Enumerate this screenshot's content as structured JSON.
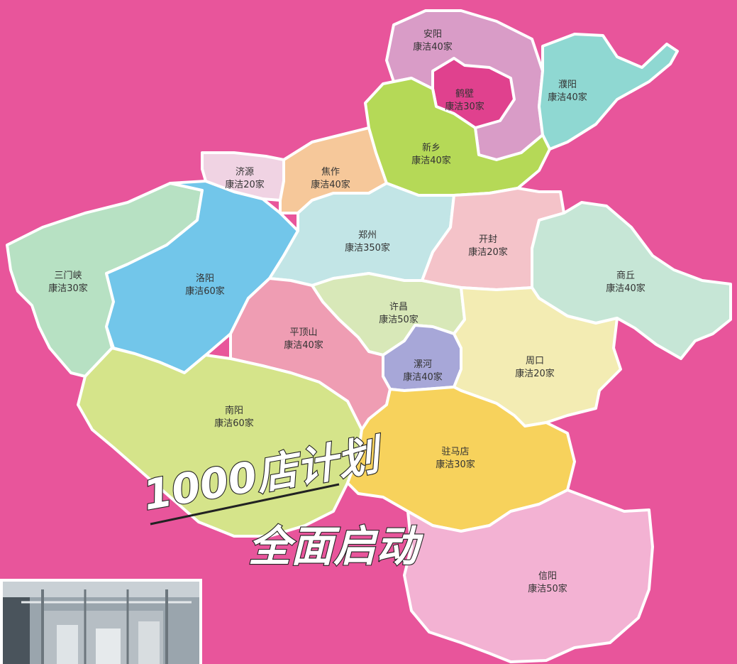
{
  "background_color": "#e8559b",
  "slogan": {
    "line1": "1000店计划",
    "line2": "全面启动"
  },
  "regions": [
    {
      "id": "anyang",
      "name": "安阳",
      "stores": "康洁40家",
      "color": "#d99cc7"
    },
    {
      "id": "hebi",
      "name": "鹤壁",
      "stores": "康洁30家",
      "color": "#e0418e"
    },
    {
      "id": "puyang",
      "name": "濮阳",
      "stores": "康洁40家",
      "color": "#8fd8d2"
    },
    {
      "id": "xinxiang",
      "name": "新乡",
      "stores": "康洁40家",
      "color": "#b5d957"
    },
    {
      "id": "jiyuan",
      "name": "济源",
      "stores": "康洁20家",
      "color": "#f0d3e3"
    },
    {
      "id": "jiaozuo",
      "name": "焦作",
      "stores": "康洁40家",
      "color": "#f6c89a"
    },
    {
      "id": "zhengzhou",
      "name": "郑州",
      "stores": "康洁350家",
      "color": "#c2e5e6"
    },
    {
      "id": "kaifeng",
      "name": "开封",
      "stores": "康洁20家",
      "color": "#f4c3c9"
    },
    {
      "id": "shangqiu",
      "name": "商丘",
      "stores": "康洁40家",
      "color": "#c6e6d6"
    },
    {
      "id": "sanmenxia",
      "name": "三门峡",
      "stores": "康洁30家",
      "color": "#b7e1c3"
    },
    {
      "id": "luoyang",
      "name": "洛阳",
      "stores": "康洁60家",
      "color": "#72c6ea"
    },
    {
      "id": "pingdingshan",
      "name": "平顶山",
      "stores": "康洁40家",
      "color": "#ef9db3"
    },
    {
      "id": "xuchang",
      "name": "许昌",
      "stores": "康洁50家",
      "color": "#d8e8b8"
    },
    {
      "id": "luohe",
      "name": "漯河",
      "stores": "康洁40家",
      "color": "#a7a7d8"
    },
    {
      "id": "zhoukou",
      "name": "周口",
      "stores": "康洁20家",
      "color": "#f3ecb3"
    },
    {
      "id": "nanyang",
      "name": "南阳",
      "stores": "康洁60家",
      "color": "#d5e48a"
    },
    {
      "id": "zhumadian",
      "name": "驻马店",
      "stores": "康洁30家",
      "color": "#f7d25c"
    },
    {
      "id": "xinyang",
      "name": "信阳",
      "stores": "康洁50家",
      "color": "#f3b2d3"
    }
  ]
}
